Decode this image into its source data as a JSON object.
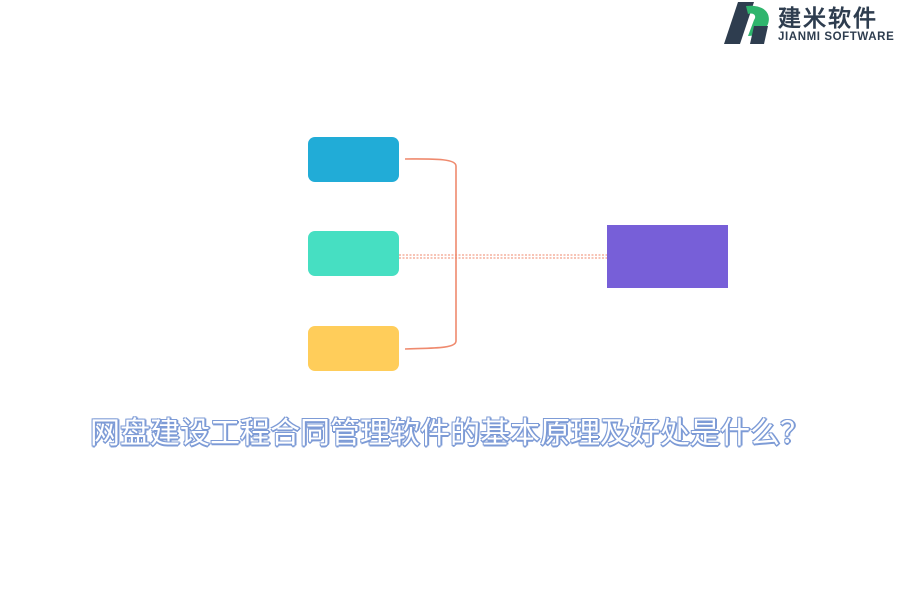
{
  "logo": {
    "name_cn": "建米软件",
    "name_en": "JIANMI SOFTWARE",
    "colors": {
      "dark": "#2e3d4f",
      "green": "#2fb56d"
    }
  },
  "diagram": {
    "nodes": [
      {
        "color": "#21acd7"
      },
      {
        "color": "#46dfc2"
      },
      {
        "color": "#ffcd5a"
      }
    ],
    "target": {
      "color": "#775fd8"
    },
    "connector_color": "#ef8a6e"
  },
  "title": {
    "text": "网盘建设工程合同管理软件的基本原理及好处是什么？",
    "color": "#7d9bd6"
  }
}
